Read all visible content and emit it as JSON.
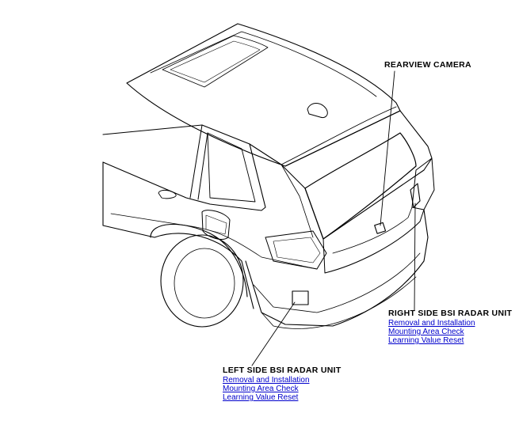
{
  "callouts": {
    "rearview_camera": {
      "title": "REARVIEW CAMERA"
    },
    "right_radar": {
      "title": "RIGHT SIDE BSI RADAR UNIT",
      "links": [
        "Removal and Installation",
        "Mounting Area Check",
        "Learning Value Reset"
      ]
    },
    "left_radar": {
      "title": "LEFT SIDE BSI RADAR UNIT",
      "links": [
        "Removal and Installation",
        "Mounting Area Check",
        "Learning Value Reset"
      ]
    }
  },
  "colors": {
    "line": "#000000",
    "link": "#0000cc",
    "background": "#ffffff"
  }
}
